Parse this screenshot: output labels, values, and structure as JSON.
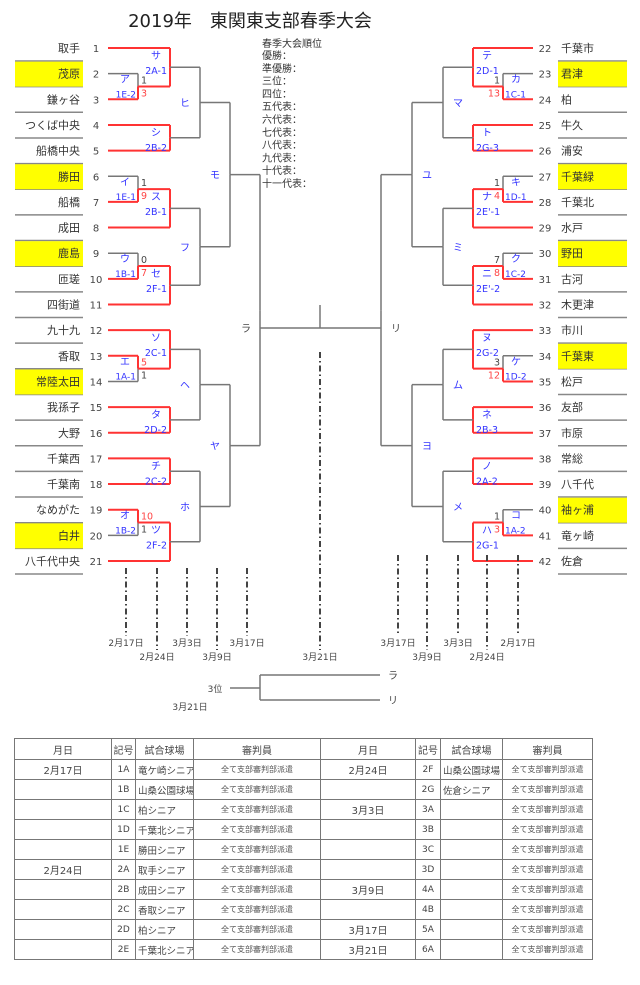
{
  "title": "2019年　東関東支部春季大会",
  "colors": {
    "highlight": "#ffff00",
    "winner_line": "#ff3333",
    "line": "#777777",
    "match_label": "#3333ff",
    "score_win": "#ff4444"
  },
  "standings": {
    "heading": "春季大会順位",
    "items": [
      "優勝：",
      "準優勝：",
      "三位：",
      "四位：",
      "五代表：",
      "六代表：",
      "七代表：",
      "八代表：",
      "九代表：",
      "十代表：",
      "十一代表："
    ]
  },
  "left_teams": [
    {
      "no": "1",
      "name": "取手",
      "hl": false
    },
    {
      "no": "2",
      "name": "茂原",
      "hl": true
    },
    {
      "no": "3",
      "name": "鎌ヶ谷",
      "hl": false
    },
    {
      "no": "4",
      "name": "つくば中央",
      "hl": false
    },
    {
      "no": "5",
      "name": "船橋中央",
      "hl": false
    },
    {
      "no": "6",
      "name": "勝田",
      "hl": true
    },
    {
      "no": "7",
      "name": "船橋",
      "hl": false
    },
    {
      "no": "8",
      "name": "成田",
      "hl": false
    },
    {
      "no": "9",
      "name": "鹿島",
      "hl": true
    },
    {
      "no": "10",
      "name": "匝瑳",
      "hl": false
    },
    {
      "no": "11",
      "name": "四街道",
      "hl": false
    },
    {
      "no": "12",
      "name": "九十九",
      "hl": false
    },
    {
      "no": "13",
      "name": "香取",
      "hl": false
    },
    {
      "no": "14",
      "name": "常陸太田",
      "hl": true
    },
    {
      "no": "15",
      "name": "我孫子",
      "hl": false
    },
    {
      "no": "16",
      "name": "大野",
      "hl": false
    },
    {
      "no": "17",
      "name": "千葉西",
      "hl": false
    },
    {
      "no": "18",
      "name": "千葉南",
      "hl": false
    },
    {
      "no": "19",
      "name": "なめがた",
      "hl": false
    },
    {
      "no": "20",
      "name": "白井",
      "hl": true
    },
    {
      "no": "21",
      "name": "八千代中央",
      "hl": false
    }
  ],
  "right_teams": [
    {
      "no": "22",
      "name": "千葉市",
      "hl": false
    },
    {
      "no": "23",
      "name": "君津",
      "hl": true
    },
    {
      "no": "24",
      "name": "柏",
      "hl": false
    },
    {
      "no": "25",
      "name": "牛久",
      "hl": false
    },
    {
      "no": "26",
      "name": "浦安",
      "hl": false
    },
    {
      "no": "27",
      "name": "千葉緑",
      "hl": true
    },
    {
      "no": "28",
      "name": "千葉北",
      "hl": false
    },
    {
      "no": "29",
      "name": "水戸",
      "hl": false
    },
    {
      "no": "30",
      "name": "野田",
      "hl": true
    },
    {
      "no": "31",
      "name": "古河",
      "hl": false
    },
    {
      "no": "32",
      "name": "木更津",
      "hl": false
    },
    {
      "no": "33",
      "name": "市川",
      "hl": false
    },
    {
      "no": "34",
      "name": "千葉東",
      "hl": true
    },
    {
      "no": "35",
      "name": "松戸",
      "hl": false
    },
    {
      "no": "36",
      "name": "友部",
      "hl": false
    },
    {
      "no": "37",
      "name": "市原",
      "hl": false
    },
    {
      "no": "38",
      "name": "常総",
      "hl": false
    },
    {
      "no": "39",
      "name": "八千代",
      "hl": false
    },
    {
      "no": "40",
      "name": "袖ヶ浦",
      "hl": true
    },
    {
      "no": "41",
      "name": "竜ヶ崎",
      "hl": false
    },
    {
      "no": "42",
      "name": "佐倉",
      "hl": false
    }
  ],
  "left_bracket": {
    "label": "ラ",
    "children": [
      {
        "label": "モ",
        "children": [
          {
            "label": "ヒ",
            "children": [
              {
                "label": "サ",
                "code": "2A-1",
                "children": [
                  0,
                  {
                    "label": "ア",
                    "code": "1E-2",
                    "scores": [
                      "1",
                      "3"
                    ],
                    "winner": 1,
                    "children": [
                      1,
                      2
                    ]
                  }
                ]
              },
              {
                "label": "シ",
                "code": "2B-2",
                "children": [
                  3,
                  4
                ]
              }
            ]
          },
          {
            "label": "フ",
            "children": [
              {
                "label": "ス",
                "code": "2B-1",
                "children": [
                  {
                    "label": "イ",
                    "code": "1E-1",
                    "scores": [
                      "1",
                      "9"
                    ],
                    "winner": 1,
                    "children": [
                      5,
                      6
                    ]
                  },
                  7
                ]
              },
              {
                "label": "セ",
                "code": "2F-1",
                "children": [
                  {
                    "label": "ウ",
                    "code": "1B-1",
                    "scores": [
                      "0",
                      "7"
                    ],
                    "winner": 1,
                    "children": [
                      8,
                      9
                    ]
                  },
                  10
                ]
              }
            ]
          }
        ]
      },
      {
        "label": "ヤ",
        "children": [
          {
            "label": "ヘ",
            "children": [
              {
                "label": "ソ",
                "code": "2C-1",
                "children": [
                  11,
                  {
                    "label": "エ",
                    "code": "1A-1",
                    "scores": [
                      "5",
                      "1"
                    ],
                    "winner": 0,
                    "children": [
                      12,
                      13
                    ]
                  }
                ]
              },
              {
                "label": "タ",
                "code": "2D-2",
                "children": [
                  14,
                  15
                ]
              }
            ]
          },
          {
            "label": "ホ",
            "children": [
              {
                "label": "チ",
                "code": "2C-2",
                "children": [
                  16,
                  17
                ]
              },
              {
                "label": "ツ",
                "code": "2F-2",
                "children": [
                  {
                    "label": "オ",
                    "code": "1B-2",
                    "scores": [
                      "10",
                      "1"
                    ],
                    "winner": 0,
                    "children": [
                      18,
                      19
                    ]
                  },
                  20
                ]
              }
            ]
          }
        ]
      }
    ]
  },
  "right_bracket": {
    "label": "リ",
    "children": [
      {
        "label": "ユ",
        "children": [
          {
            "label": "マ",
            "children": [
              {
                "label": "テ",
                "code": "2D-1",
                "children": [
                  0,
                  {
                    "label": "カ",
                    "code": "1C-1",
                    "scores": [
                      "1",
                      "13"
                    ],
                    "winner": 1,
                    "children": [
                      1,
                      2
                    ]
                  }
                ]
              },
              {
                "label": "ト",
                "code": "2G-3",
                "children": [
                  3,
                  4
                ]
              }
            ]
          },
          {
            "label": "ミ",
            "children": [
              {
                "label": "ナ",
                "code": "2E'-1",
                "children": [
                  {
                    "label": "キ",
                    "code": "1D-1",
                    "scores": [
                      "1",
                      "4"
                    ],
                    "winner": 1,
                    "children": [
                      5,
                      6
                    ]
                  },
                  7
                ]
              },
              {
                "label": "ニ",
                "code": "2E'-2",
                "children": [
                  {
                    "label": "ク",
                    "code": "1C-2",
                    "scores": [
                      "7",
                      "8"
                    ],
                    "winner": 1,
                    "children": [
                      8,
                      9
                    ]
                  },
                  10
                ]
              }
            ]
          }
        ]
      },
      {
        "label": "ヨ",
        "children": [
          {
            "label": "ム",
            "children": [
              {
                "label": "ヌ",
                "code": "2G-2",
                "children": [
                  11,
                  {
                    "label": "ケ",
                    "code": "1D-2",
                    "scores": [
                      "3",
                      "12"
                    ],
                    "winner": 1,
                    "children": [
                      12,
                      13
                    ]
                  }
                ]
              },
              {
                "label": "ネ",
                "code": "2B-3",
                "children": [
                  14,
                  15
                ]
              }
            ]
          },
          {
            "label": "メ",
            "children": [
              {
                "label": "ノ",
                "code": "2A-2",
                "children": [
                  16,
                  17
                ]
              },
              {
                "label": "ハ",
                "code": "2G-1",
                "children": [
                  {
                    "label": "コ",
                    "code": "1A-2",
                    "scores": [
                      "1",
                      "3"
                    ],
                    "winner": 1,
                    "children": [
                      18,
                      19
                    ]
                  },
                  20
                ]
              }
            ]
          }
        ]
      }
    ]
  },
  "round_dates": {
    "left": [
      "2月17日",
      "2月24日",
      "3月3日",
      "3月9日",
      "3月17日"
    ],
    "final": "3月21日",
    "right": [
      "3月17日",
      "3月9日",
      "3月3日",
      "2月24日",
      "2月17日"
    ]
  },
  "third_place": {
    "label": "3位",
    "date": "3月21日",
    "top": "ラ",
    "bottom": "リ"
  },
  "schedule": {
    "headers": [
      "月日",
      "記号",
      "試合球場",
      "審判員"
    ],
    "left_rows": [
      [
        "2月17日",
        "1A",
        "竜ケ崎シニア",
        "全て支部審判部派遣"
      ],
      [
        "",
        "1B",
        "山桑公園球場",
        "全て支部審判部派遣"
      ],
      [
        "",
        "1C",
        "柏シニア",
        "全て支部審判部派遣"
      ],
      [
        "",
        "1D",
        "千葉北シニア",
        "全て支部審判部派遣"
      ],
      [
        "",
        "1E",
        "勝田シニア",
        "全て支部審判部派遣"
      ],
      [
        "2月24日",
        "2A",
        "取手シニア",
        "全て支部審判部派遣"
      ],
      [
        "",
        "2B",
        "成田シニア",
        "全て支部審判部派遣"
      ],
      [
        "",
        "2C",
        "香取シニア",
        "全て支部審判部派遣"
      ],
      [
        "",
        "2D",
        "柏シニア",
        "全て支部審判部派遣"
      ],
      [
        "",
        "2E",
        "千葉北シニア",
        "全て支部審判部派遣"
      ]
    ],
    "right_rows": [
      [
        "2月24日",
        "2F",
        "山桑公園球場",
        "全て支部審判部派遣"
      ],
      [
        "",
        "2G",
        "佐倉シニア",
        "全て支部審判部派遣"
      ],
      [
        "3月3日",
        "3A",
        "",
        "全て支部審判部派遣"
      ],
      [
        "",
        "3B",
        "",
        "全て支部審判部派遣"
      ],
      [
        "",
        "3C",
        "",
        "全て支部審判部派遣"
      ],
      [
        "",
        "3D",
        "",
        "全て支部審判部派遣"
      ],
      [
        "3月9日",
        "4A",
        "",
        "全て支部審判部派遣"
      ],
      [
        "",
        "4B",
        "",
        "全て支部審判部派遣"
      ],
      [
        "3月17日",
        "5A",
        "",
        "全て支部審判部派遣"
      ],
      [
        "3月21日",
        "6A",
        "",
        "全て支部審判部派遣"
      ]
    ]
  }
}
